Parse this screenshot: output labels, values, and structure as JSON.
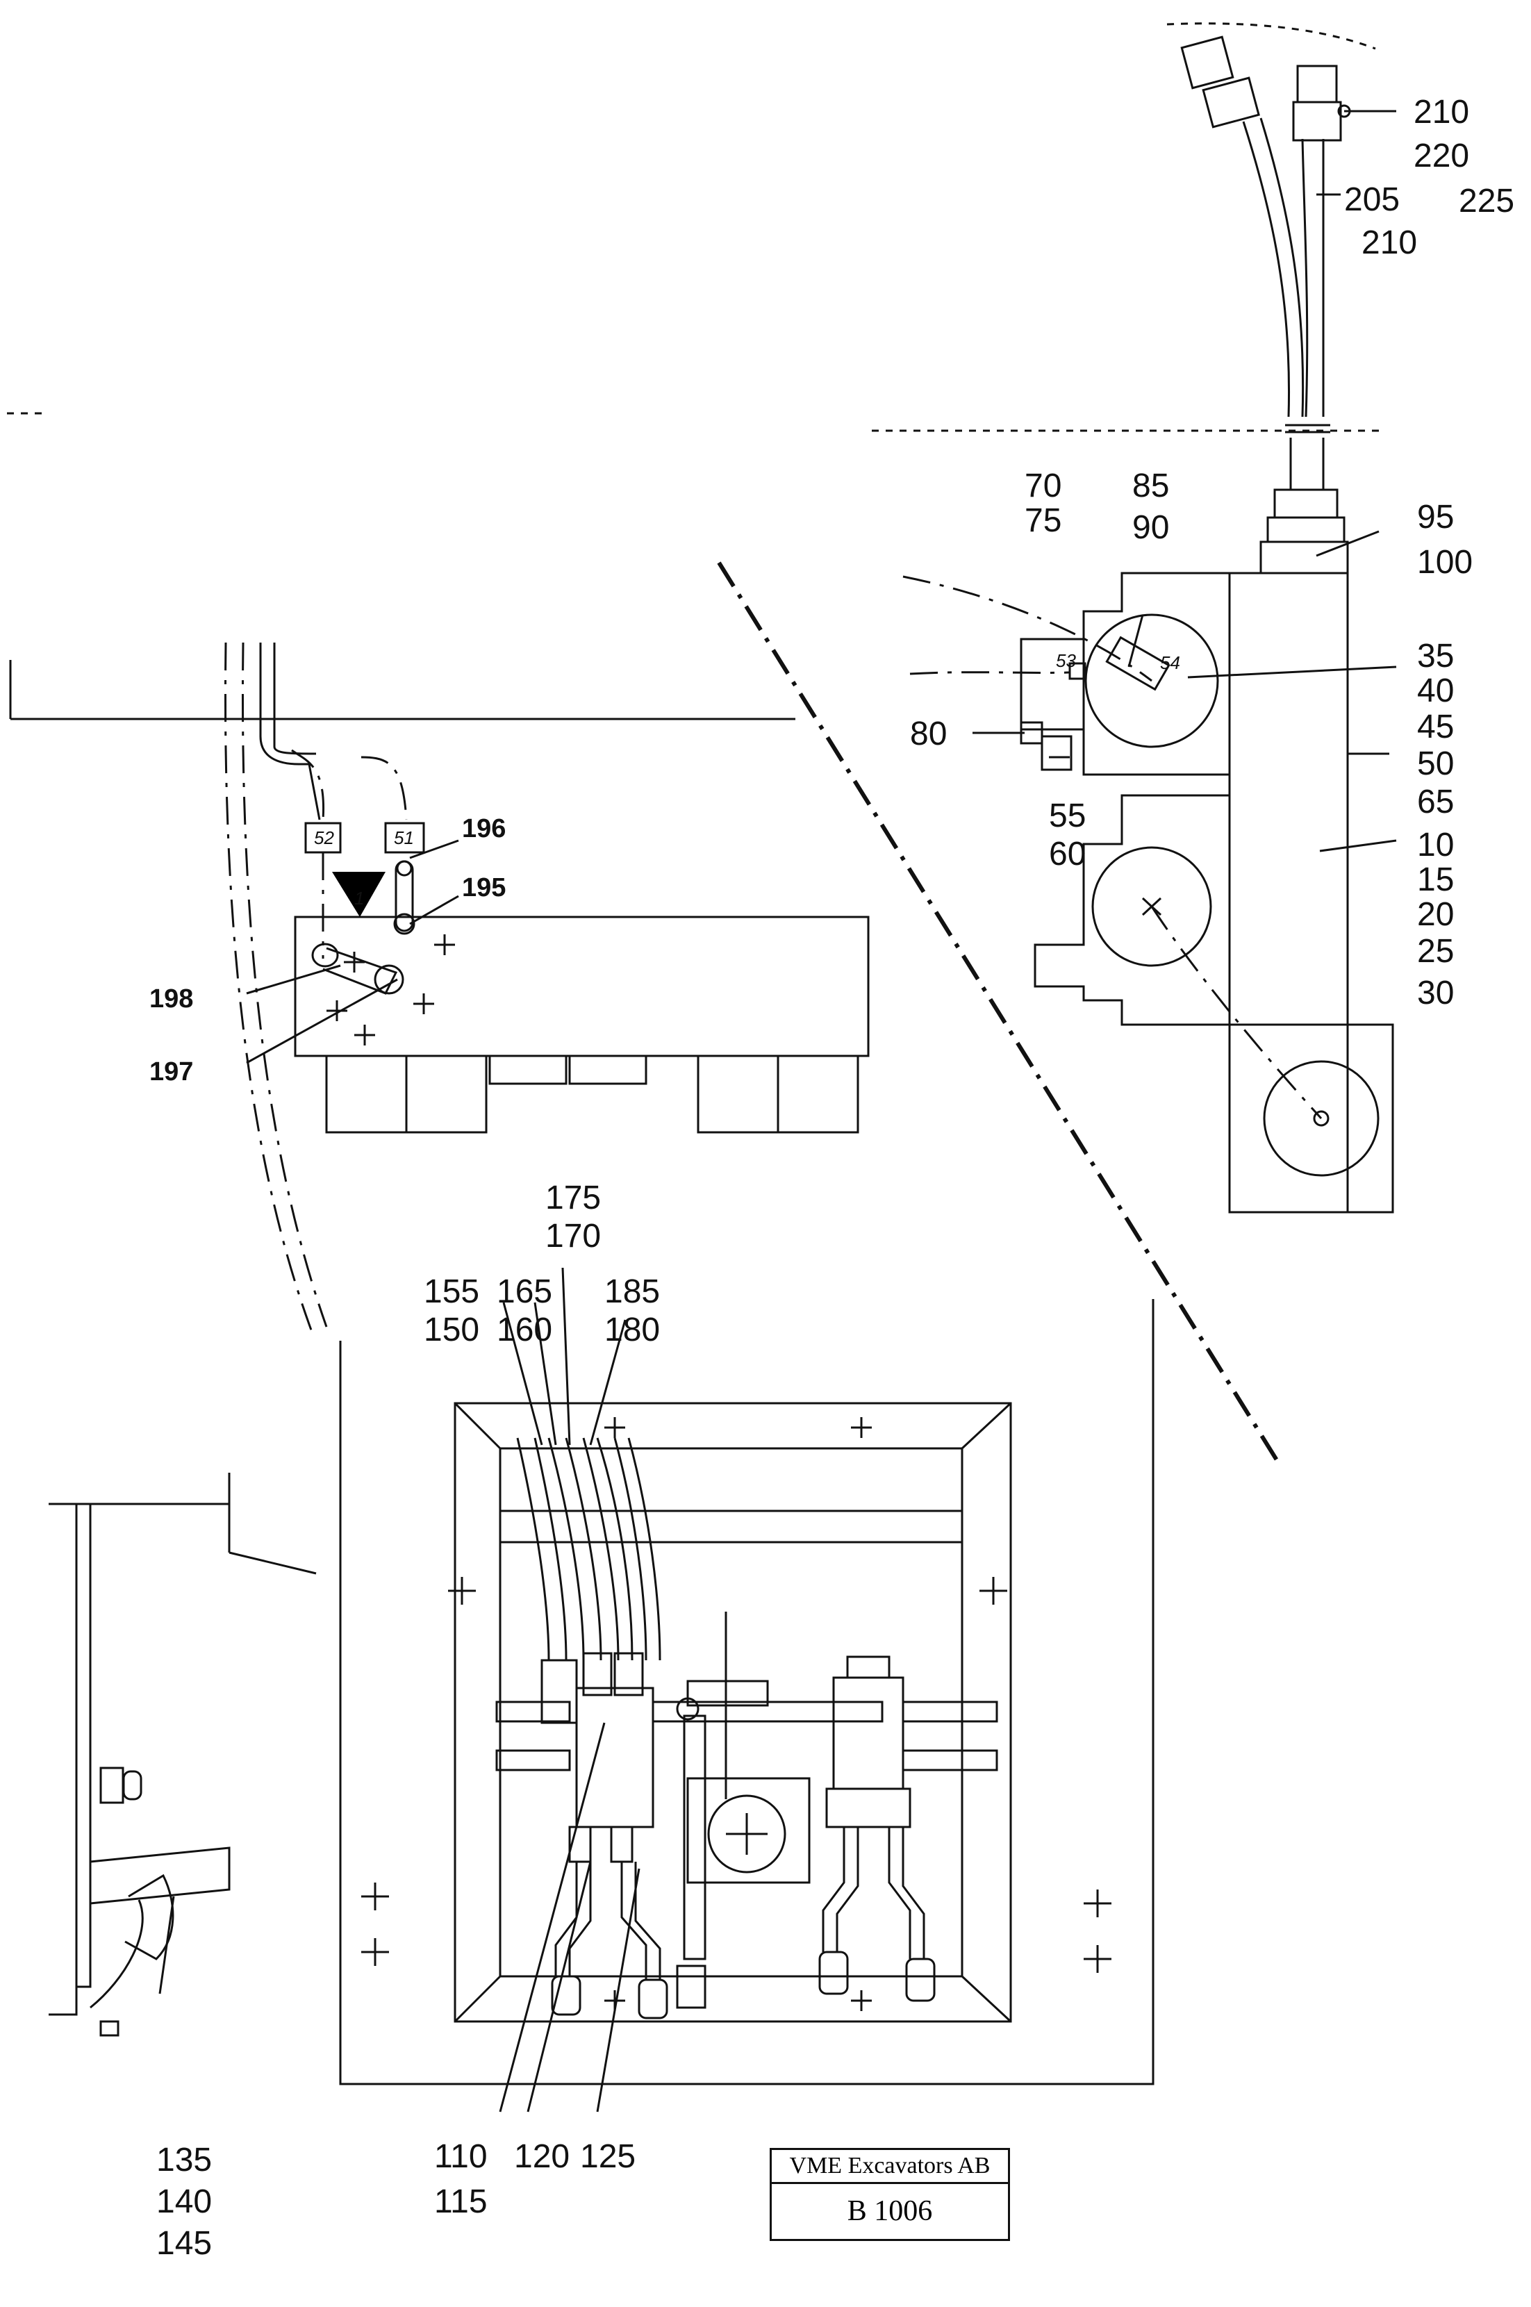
{
  "title_block": {
    "company": "VME Excavators AB",
    "drawing_number": "B 1006"
  },
  "callouts": {
    "c210a": "210",
    "c220": "220",
    "c225": "225",
    "c205": "205",
    "c210b": "210",
    "c70": "70",
    "c75": "75",
    "c85": "85",
    "c90": "90",
    "c95": "95",
    "c100": "100",
    "c35": "35",
    "c40": "40",
    "c45": "45",
    "c50": "50",
    "c65": "65",
    "c80": "80",
    "c55": "55",
    "c60": "60",
    "c10": "10",
    "c15": "15",
    "c20": "20",
    "c25": "25",
    "c30": "30",
    "c196": "196",
    "c195": "195",
    "c198": "198",
    "c197": "197",
    "c175": "175",
    "c170": "170",
    "c155": "155",
    "c150": "150",
    "c165": "165",
    "c160": "160",
    "c185": "185",
    "c180": "180",
    "c135": "135",
    "c140": "140",
    "c145": "145",
    "c110": "110",
    "c115": "115",
    "c120": "120",
    "c125": "125"
  },
  "tags": {
    "t52": "52",
    "t51": "51",
    "t1": "1",
    "t53": "53",
    "t54": "54"
  }
}
